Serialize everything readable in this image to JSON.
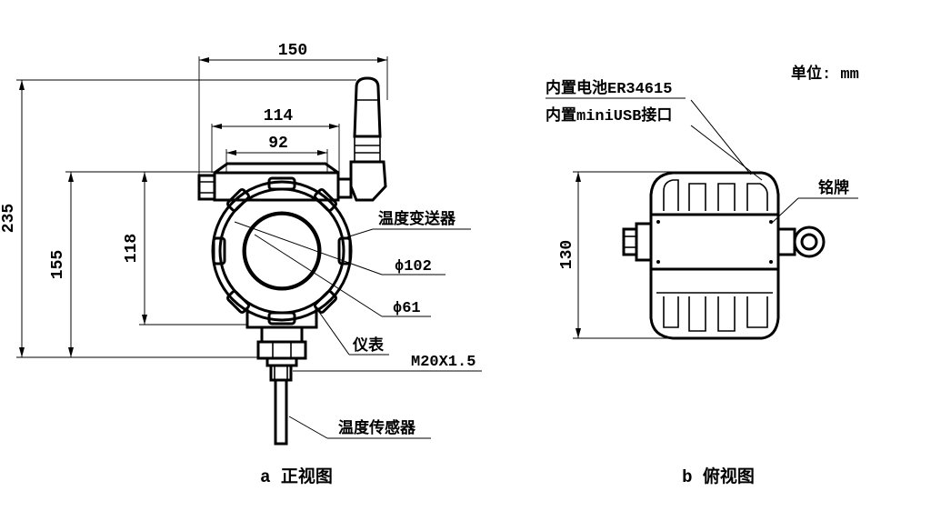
{
  "front_view": {
    "dimensions": {
      "width_150": "150",
      "width_114": "114",
      "width_92": "92",
      "height_235": "235",
      "height_155": "155",
      "height_118": "118"
    },
    "labels": {
      "transmitter": "温度变送器",
      "dia_102": "ϕ102",
      "dia_61": "ϕ61",
      "meter": "仪表",
      "thread": "M20X1.5",
      "sensor": "温度传感器"
    },
    "caption": "a 正视图"
  },
  "top_view": {
    "unit": "单位: mm",
    "battery_label": "内置电池ER34615",
    "usb_label": "内置miniUSB接口",
    "nameplate": "铭牌",
    "height_130": "130",
    "caption": "b 俯视图"
  }
}
